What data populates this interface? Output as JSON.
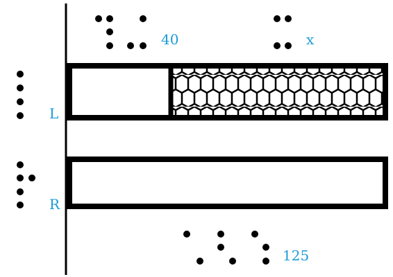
{
  "colors": {
    "stroke": "#000000",
    "dot": "#000000",
    "label": "#1a9bd7",
    "background": "#ffffff"
  },
  "labels": {
    "top_value": "40",
    "top_variable": "x",
    "row_l": "L",
    "row_r": "R",
    "bottom_value": "125"
  },
  "braille": {
    "top_value_cells": 2,
    "top_variable_cells": 1,
    "row_l_cells": 1,
    "row_r_cells": 1,
    "bottom_value_cells": 3
  },
  "bars": {
    "top_total": 125,
    "top_shaded": 85,
    "top_unshaded": 40,
    "bottom_total": 125,
    "shading_pattern": "hexagon-honeycomb"
  }
}
